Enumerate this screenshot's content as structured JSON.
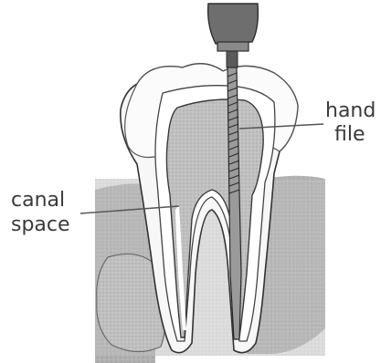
{
  "labels": {
    "canal_line1": "canal",
    "canal_line2": "space",
    "file_line1": "hand",
    "file_line2": "file"
  },
  "colors": {
    "gum": "#b5b5b5",
    "bone": "#c8c8c8",
    "enamel": "#f6f6f6",
    "dentin": "#ffffff",
    "pulp": "#bdbdbd",
    "outline": "#333333",
    "canal_line": "#555555",
    "instrument": "#4a4a4a",
    "label_text": "#3a3a3a"
  }
}
